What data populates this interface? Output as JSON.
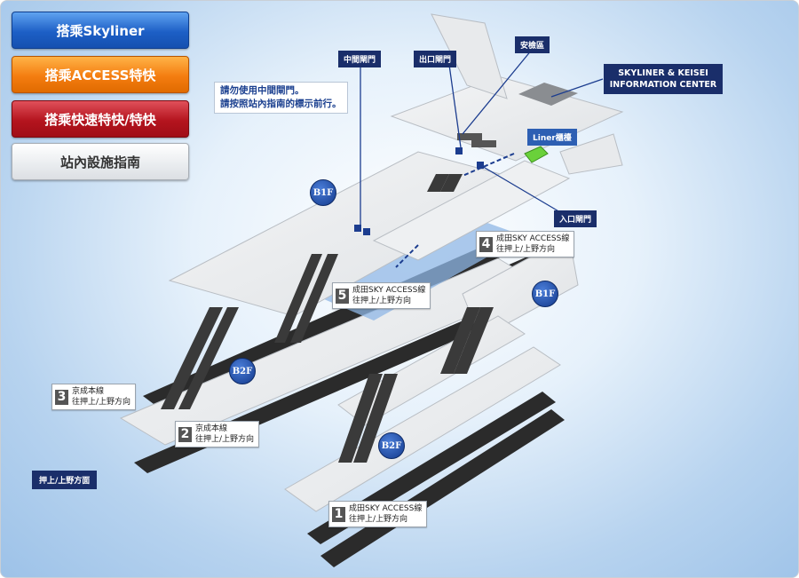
{
  "menu": {
    "skyliner": "搭乘Skyliner",
    "access": "搭乘ACCESS特快",
    "rapid": "搭乘快速特快/特快",
    "guide": "站內設施指南"
  },
  "gates": {
    "middle": "中間閘門",
    "exit": "出口閘門",
    "security": "安檢區",
    "entrance": "入口閘門",
    "liner_counter": "Liner櫃檯"
  },
  "notice": {
    "line1": "請勿使用中間閘門。",
    "line2": "請按照站內指南的標示前行。"
  },
  "info_center": {
    "line1": "SKYLINER & KEISEI",
    "line2": "INFORMATION CENTER"
  },
  "floors": {
    "b1f_left": "B1F",
    "b1f_right": "B1F",
    "b2f_left": "B2F",
    "b2f_right": "B2F"
  },
  "platforms": [
    {
      "num": "4",
      "line": "成田SKY ACCESS線",
      "dir": "往押上/上野方向"
    },
    {
      "num": "5",
      "line": "成田SKY ACCESS線",
      "dir": "往押上/上野方向"
    },
    {
      "num": "3",
      "line": "京成本線",
      "dir": "往押上/上野方向"
    },
    {
      "num": "2",
      "line": "京成本線",
      "dir": "往押上/上野方向"
    },
    {
      "num": "1",
      "line": "成田SKY ACCESS線",
      "dir": "往押上/上野方向"
    }
  ],
  "direction_label": "押上/上野方面",
  "colors": {
    "skyliner_blue": "#1d5fc6",
    "access_orange": "#f47d10",
    "rapid_red": "#b4141e",
    "tag_navy": "#1a2e6a",
    "counter_green": "#6ad13a"
  }
}
